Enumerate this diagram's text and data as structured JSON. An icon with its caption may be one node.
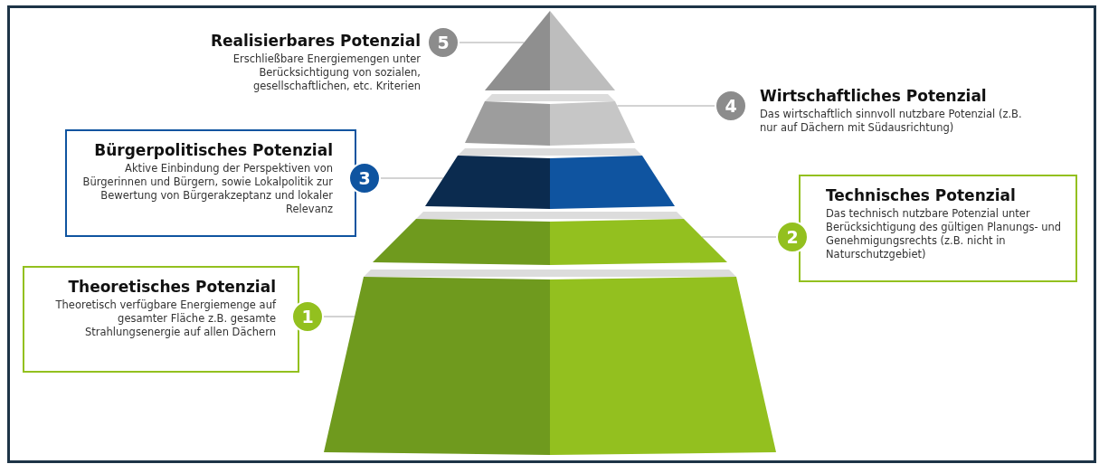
{
  "diagram": {
    "nodes": [
      {
        "text": [
          "Realisierbares Potenzial",
          "Erschließbare Energiemengen unter Berücksichtigung von sozialen, gesellschaftlichen, etc. Kriterien"
        ]
      },
      {
        "text": [
          "5"
        ]
      },
      {
        "text": [],
        "shape": "triangle"
      },
      {
        "text": [
          "Wirtschaftliches Potenzial",
          "Das wirtschaftlich sinnvoll nutzbare Potenzial (z.B. nur auf Dächern mit Südausrichtung)"
        ]
      },
      {
        "text": [
          "4"
        ]
      },
      {
        "text": [],
        "shape": "trapezoid"
      },
      {
        "text": [
          "Bürgerpolitisches Potenzial",
          "Aktive Einbindung der Perspektiven von Bürgerinnen und Bürgern, sowie Lokalpolitik zur Bewertung von Bürgerakzeptanz und lokaler Relevanz"
        ]
      },
      {
        "text": [
          "3"
        ]
      },
      {
        "text": [],
        "shape": "trapezoid"
      },
      {
        "text": [
          "Technisches Potenzial",
          "Das technisch nutzbare Potenzial unter Berücksichtigung des gültigen Planungs- und Genehmigungsrechts (z.B. nicht in Naturschutzgebiet)"
        ]
      },
      {
        "text": [
          "2"
        ]
      },
      {
        "text": [],
        "shape": "trapezoid"
      },
      {
        "text": [
          "Theoretisches Potenzial",
          "Theoretisch verfügbare Energiemenge auf gesamter Fläche z.B. gesamte Strahlungsenergie auf allen Dächern"
        ]
      },
      {
        "text": [
          "1"
        ]
      },
      {
        "text": [],
        "shape": "trapezoid"
      }
    ],
    "edges": [
      {
        "from": 1,
        "to": 2,
        "arrow": "none"
      },
      {
        "from": 4,
        "to": 5,
        "arrow": "none"
      },
      {
        "from": 7,
        "to": 8,
        "arrow": "none"
      },
      {
        "from": 10,
        "to": 11,
        "arrow": "none"
      },
      {
        "from": 13,
        "to": 14,
        "arrow": "none"
      }
    ]
  }
}
